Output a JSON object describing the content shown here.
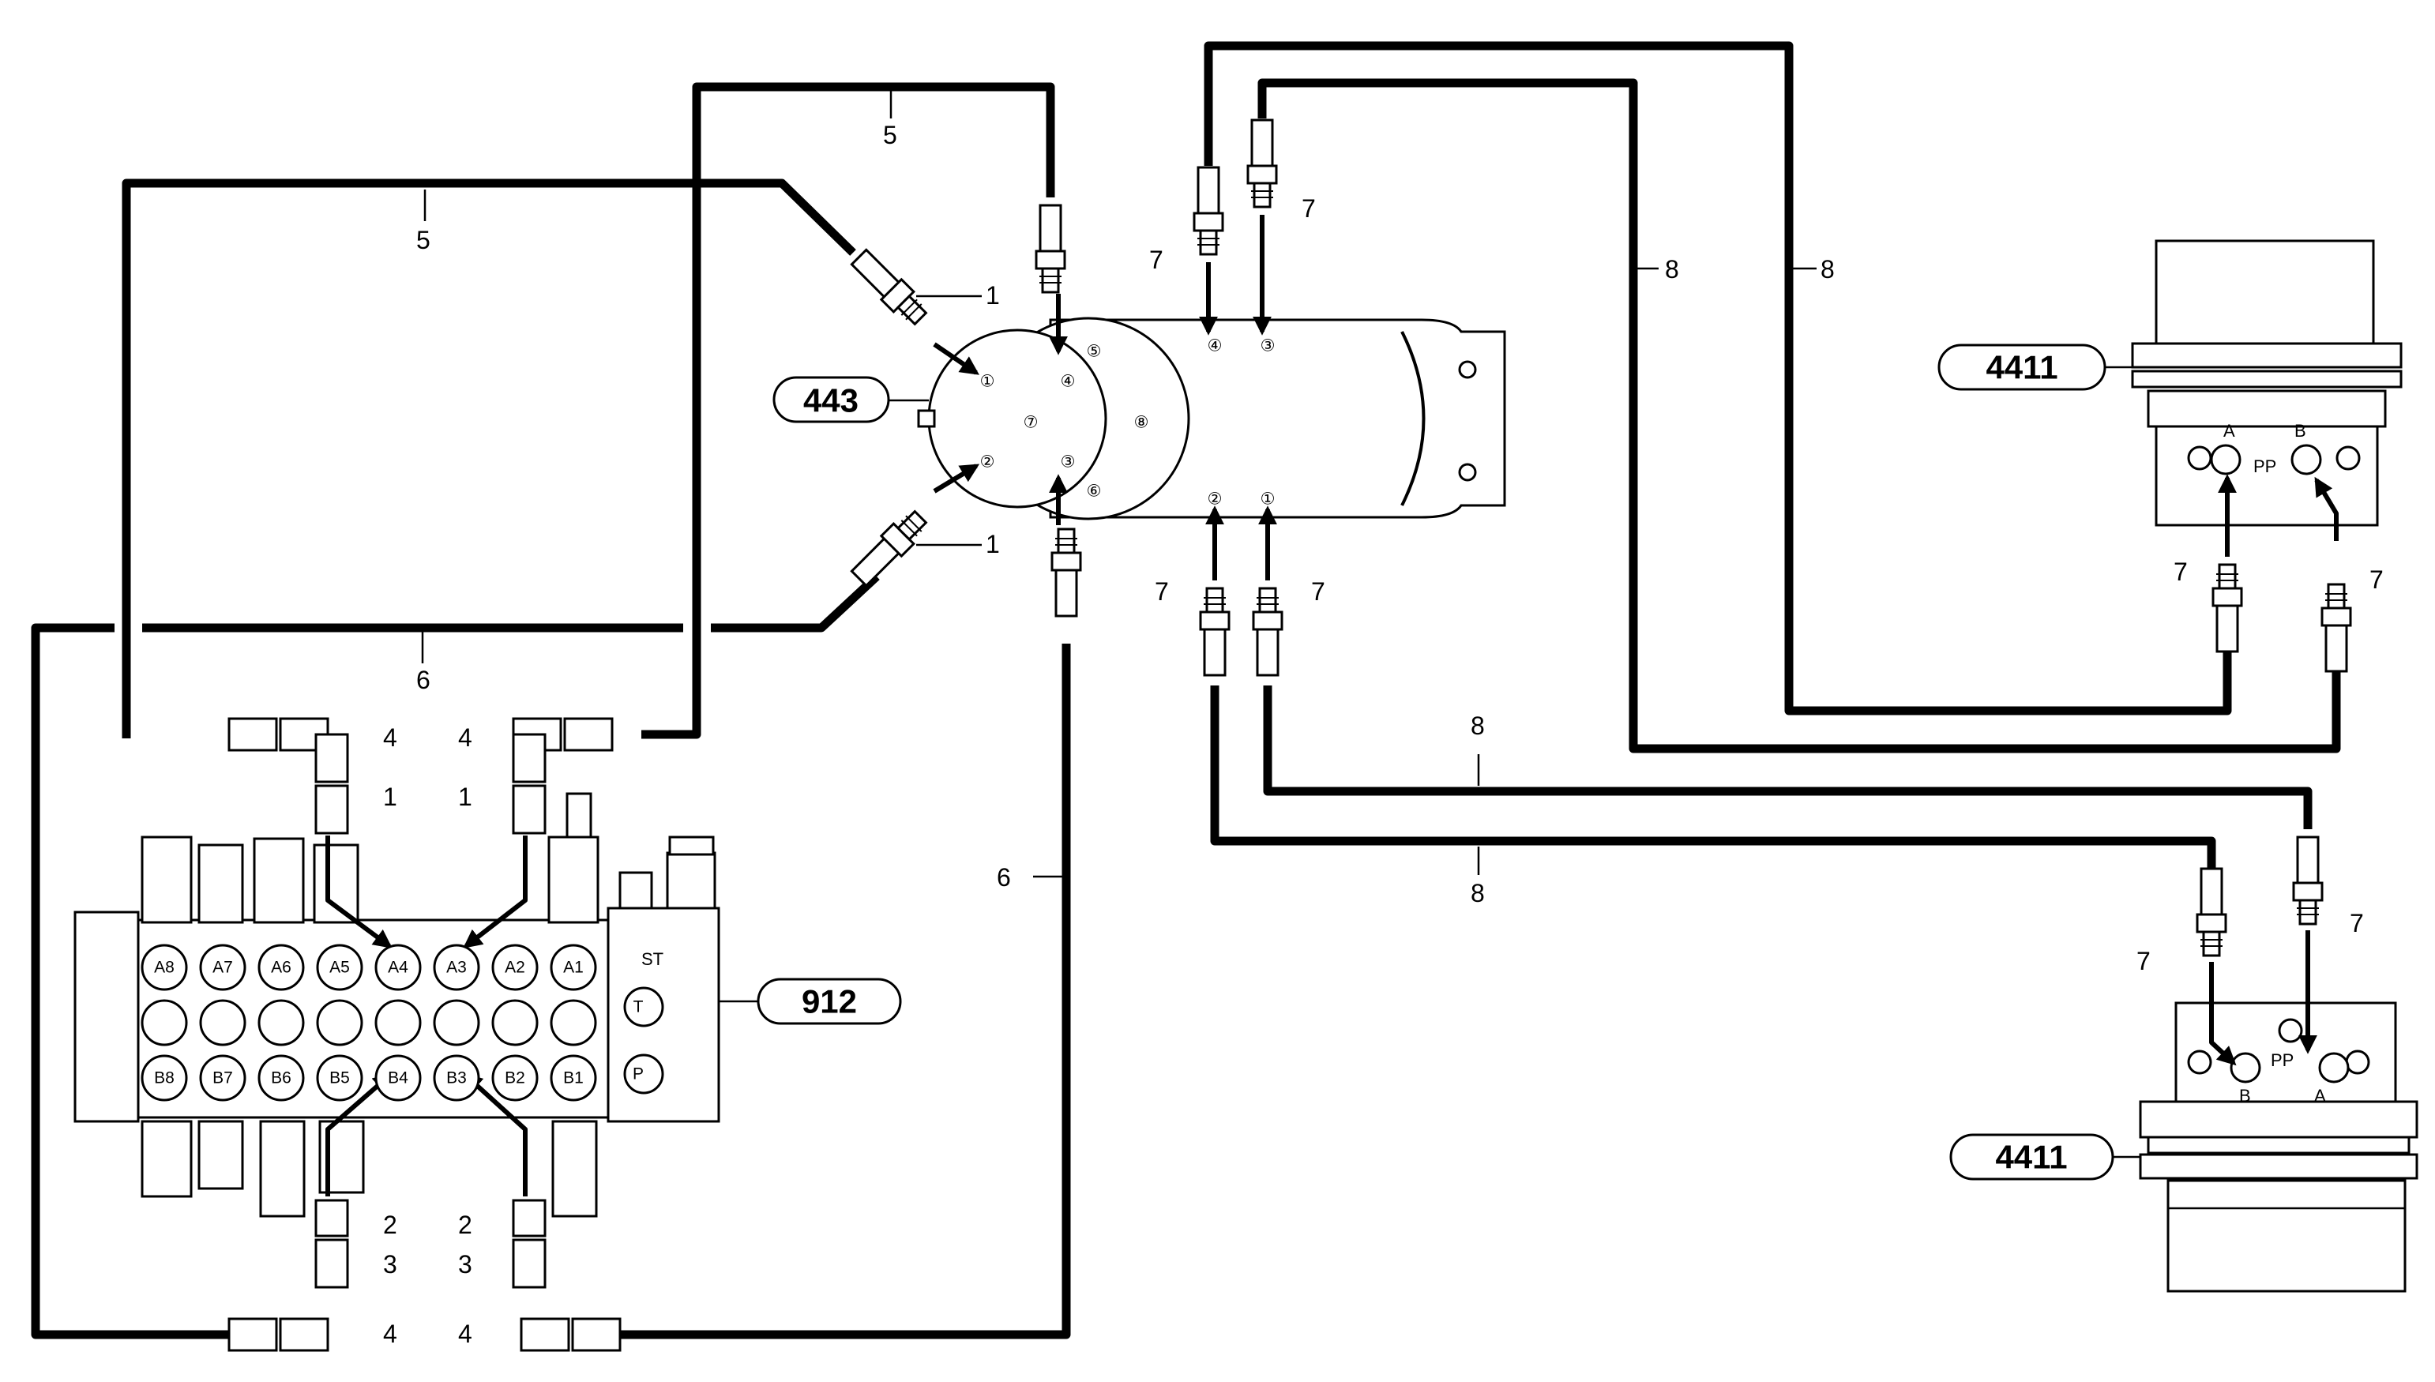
{
  "components": {
    "motor": "443",
    "valve": "912",
    "track_motor_top": "4411",
    "track_motor_bottom": "4411"
  },
  "callouts": {
    "c1": "1",
    "c2": "2",
    "c3": "3",
    "c4": "4",
    "c5": "5",
    "c6": "6",
    "c7": "7",
    "c8": "8"
  },
  "motor_ports": {
    "p1": "①",
    "p2": "②",
    "p3": "③",
    "p4": "④",
    "p5": "⑤",
    "p6": "⑥",
    "p7": "⑦",
    "p8": "⑧"
  },
  "valve_sections": {
    "a": [
      "A8",
      "A7",
      "A6",
      "A5",
      "A4",
      "A3",
      "A2",
      "A1"
    ],
    "b": [
      "B8",
      "B7",
      "B6",
      "B5",
      "B4",
      "B3",
      "B2",
      "B1"
    ],
    "st": "ST",
    "t": "T",
    "p": "P"
  },
  "track_ports": {
    "a": "A",
    "b": "B",
    "pp": "PP"
  }
}
